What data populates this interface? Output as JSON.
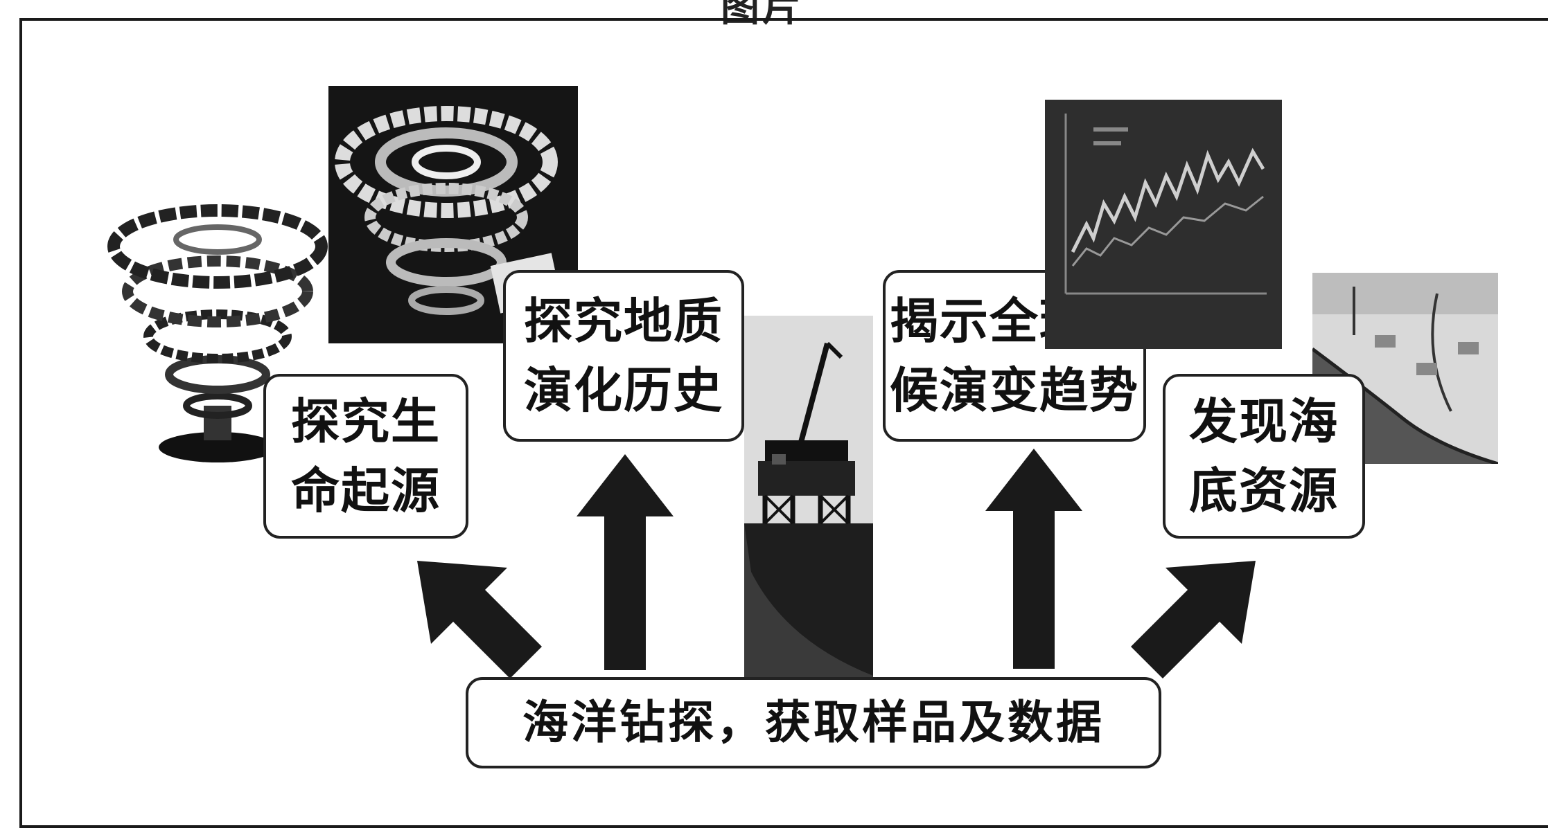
{
  "caption": "图片",
  "boxes": {
    "life_origin": {
      "line1": "探究生",
      "line2": "命起源"
    },
    "geology": {
      "line1": "探究地质",
      "line2": "演化历史"
    },
    "climate": {
      "line1": "揭示全球气",
      "line2": "候演变趋势"
    },
    "resources": {
      "line1": "发现海",
      "line2": "底资源"
    },
    "drilling": "海洋钻探，获取样品及数据"
  },
  "icons": {
    "left_small": "spiral-tornado-illustration",
    "left_large": "spiral-evolution-illustration",
    "center": "drilling-platform-illustration",
    "right_large": "climate-chart-illustration",
    "right_small": "seafloor-cross-section-illustration"
  }
}
